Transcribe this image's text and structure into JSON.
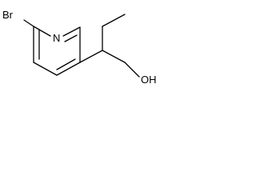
{
  "molecule": {
    "atoms": {
      "bromine": "Br",
      "nitrogen": "N",
      "hydroxyl": "OH"
    },
    "colors": {
      "bond": "#000000",
      "label": "#000000",
      "background": "#ffffff"
    }
  }
}
